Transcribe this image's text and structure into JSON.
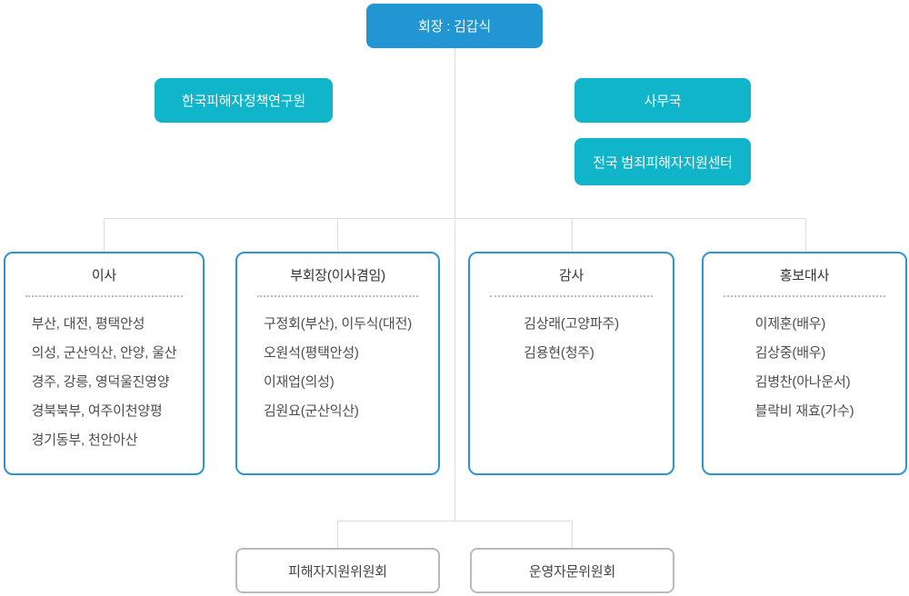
{
  "colors": {
    "chairman_bg": "#2196d3",
    "sub_bg": "#11b5c9",
    "dept_border": "#2b96d1",
    "committee_border": "#b6bbc0",
    "connector": "#dcdcdc",
    "title_text": "#333333",
    "body_text": "#4d4d4d"
  },
  "chairman": {
    "label": "회장 : 김갑식"
  },
  "research_institute": {
    "label": "한국피해자정책연구원"
  },
  "secretariat": {
    "label": "사무국"
  },
  "national_center": {
    "label": "전국 범죄피해자지원센터"
  },
  "departments": [
    {
      "title": "이사",
      "members": [
        "부산, 대전, 평택안성",
        "의성, 군산익산, 안양, 울산",
        "경주, 강릉, 영덕울진영양",
        "경북북부, 여주이천양평",
        "경기동부, 천안아산"
      ]
    },
    {
      "title": "부회장(이사겸임)",
      "members": [
        "구정회(부산), 이두식(대전)",
        "오원석(평택안성)",
        "이재업(의성)",
        "김원요(군산익산)"
      ]
    },
    {
      "title": "감사",
      "members": [
        "김상래(고양파주)",
        "김용현(청주)"
      ]
    },
    {
      "title": "홍보대사",
      "members": [
        "이제훈(배우)",
        "김상중(배우)",
        "김병찬(아나운서)",
        "블락비 재효(가수)"
      ]
    }
  ],
  "committees": [
    {
      "label": "피해자지원위원회"
    },
    {
      "label": "운영자문위원회"
    }
  ]
}
